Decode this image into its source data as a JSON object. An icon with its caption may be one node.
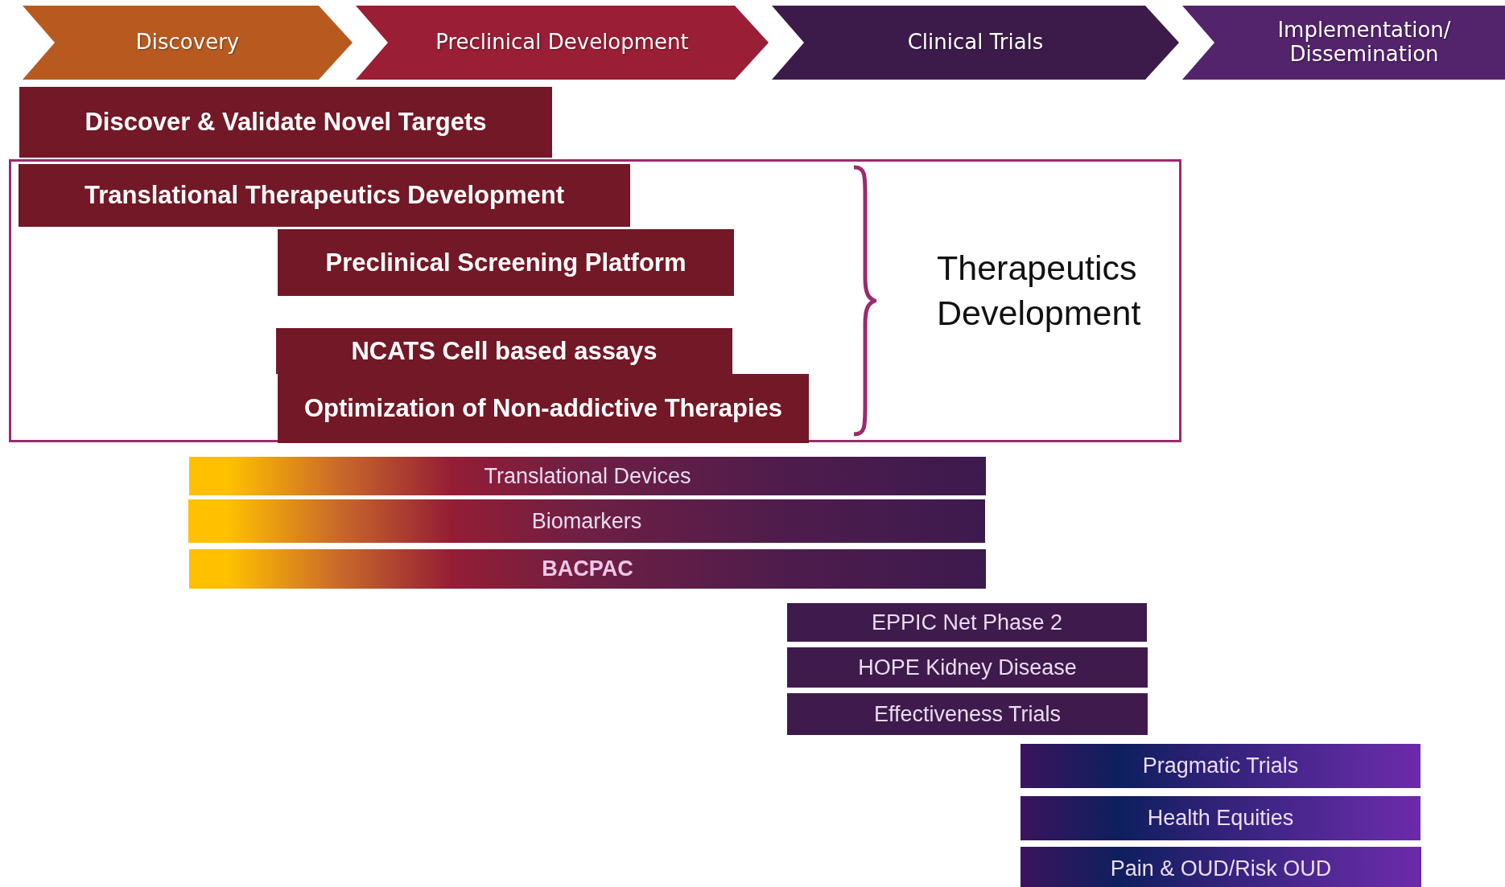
{
  "diagram": {
    "nodes": [
      {
        "text": [
          "Discovery"
        ]
      },
      {
        "text": [
          "Preclinical Development"
        ]
      },
      {
        "text": [
          "Clinical Trials"
        ]
      },
      {
        "text": [
          "Implementation/ Dissemination"
        ]
      },
      {
        "text": [
          "Discover & Validate Novel Targets"
        ]
      },
      {
        "text": [
          "Therapeutics Development"
        ]
      },
      {
        "text": [
          "Translational Therapeutics Development"
        ],
        "in": 5
      },
      {
        "text": [
          "Preclinical Screening Platform"
        ],
        "in": 5
      },
      {
        "text": [
          "NCATS Cell based assays"
        ],
        "in": 5
      },
      {
        "text": [
          "Optimization of Non-addictive Therapies"
        ],
        "in": 5
      },
      {
        "text": [
          "Translational Devices"
        ]
      },
      {
        "text": [
          "Biomarkers"
        ]
      },
      {
        "text": [
          "BACPAC"
        ]
      },
      {
        "text": [
          "EPPIC Net Phase 2"
        ]
      },
      {
        "text": [
          "HOPE Kidney Disease"
        ]
      },
      {
        "text": [
          "Effectiveness Trials"
        ]
      },
      {
        "text": [
          "Pragmatic Trials"
        ]
      },
      {
        "text": [
          "Health Equities"
        ]
      },
      {
        "text": [
          "Pain & OUD/Risk OUD"
        ]
      }
    ]
  }
}
